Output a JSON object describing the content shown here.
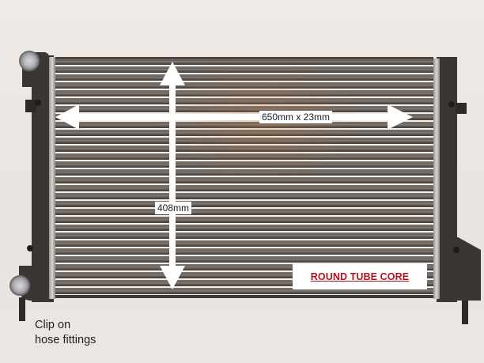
{
  "image": {
    "subject": "car radiator product photo",
    "annotations": {
      "width_label": "650mm x 23mm",
      "height_label": "408mm",
      "core_type_badge": "ROUND TUBE CORE",
      "caption_line1": "Clip on",
      "caption_line2": "hose fittings"
    },
    "colors": {
      "background": "#ece7e3",
      "tank_plastic": "#3a3634",
      "badge_text": "#b3141c",
      "arrow": "#ffffff",
      "caption_text": "#232323"
    }
  }
}
